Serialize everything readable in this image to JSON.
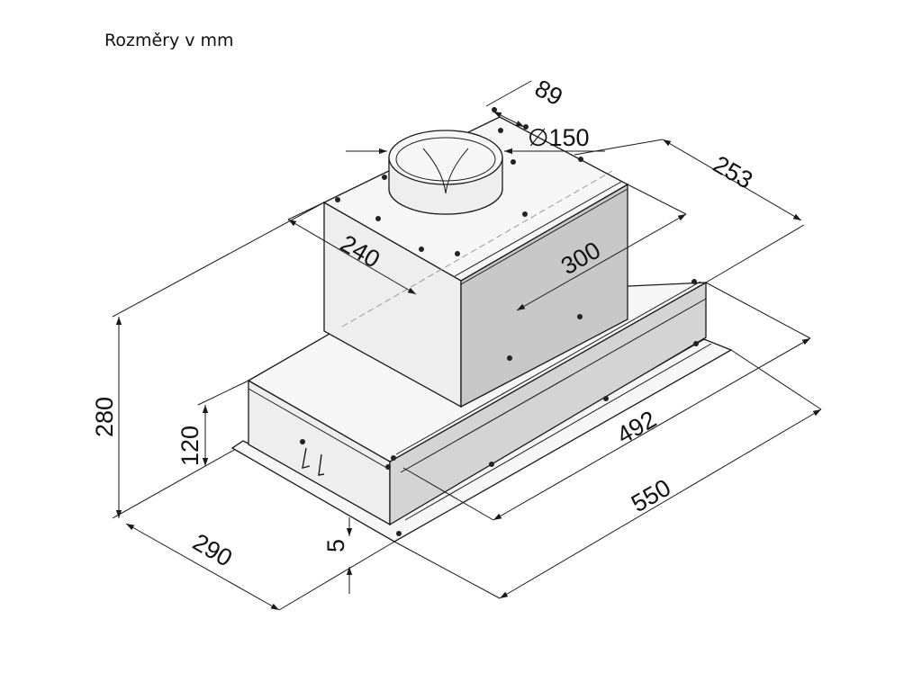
{
  "caption": "Rozměry v mm",
  "dimensions": {
    "d89": "89",
    "d150": "∅150",
    "d253": "253",
    "d240": "240",
    "d300": "300",
    "d280": "280",
    "d120": "120",
    "d492": "492",
    "d550": "550",
    "d290": "290",
    "d5": "5"
  }
}
